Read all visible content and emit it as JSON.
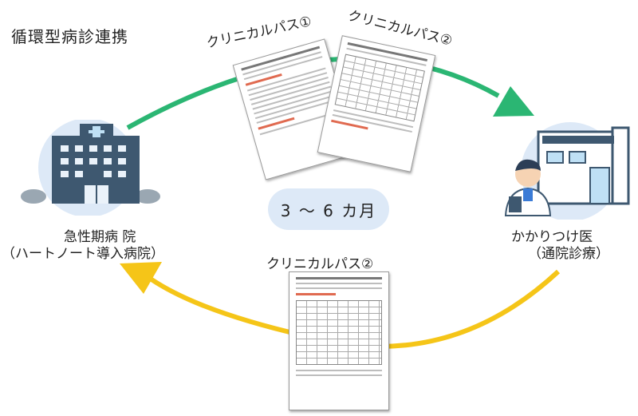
{
  "title": "循環型病診連携",
  "duration": "3 〜 6 カ月",
  "hospital": {
    "name": "急性期病 院",
    "subtitle": "（ハートノート導入病院）",
    "icon": "hospital-building-icon"
  },
  "clinic": {
    "name": "かかりつけ医",
    "subtitle": "（通院診療）",
    "icon": "clinic-doctor-icon"
  },
  "documents": {
    "path1_label": "クリニカルパス①",
    "path2_label": "クリニカルパス②",
    "path2_return_label": "クリニカルパス②"
  },
  "colors": {
    "forward_arrow": "#2bb673",
    "return_arrow": "#f5c518",
    "circle_bg": "#dde9f7",
    "building": "#3e5870"
  }
}
